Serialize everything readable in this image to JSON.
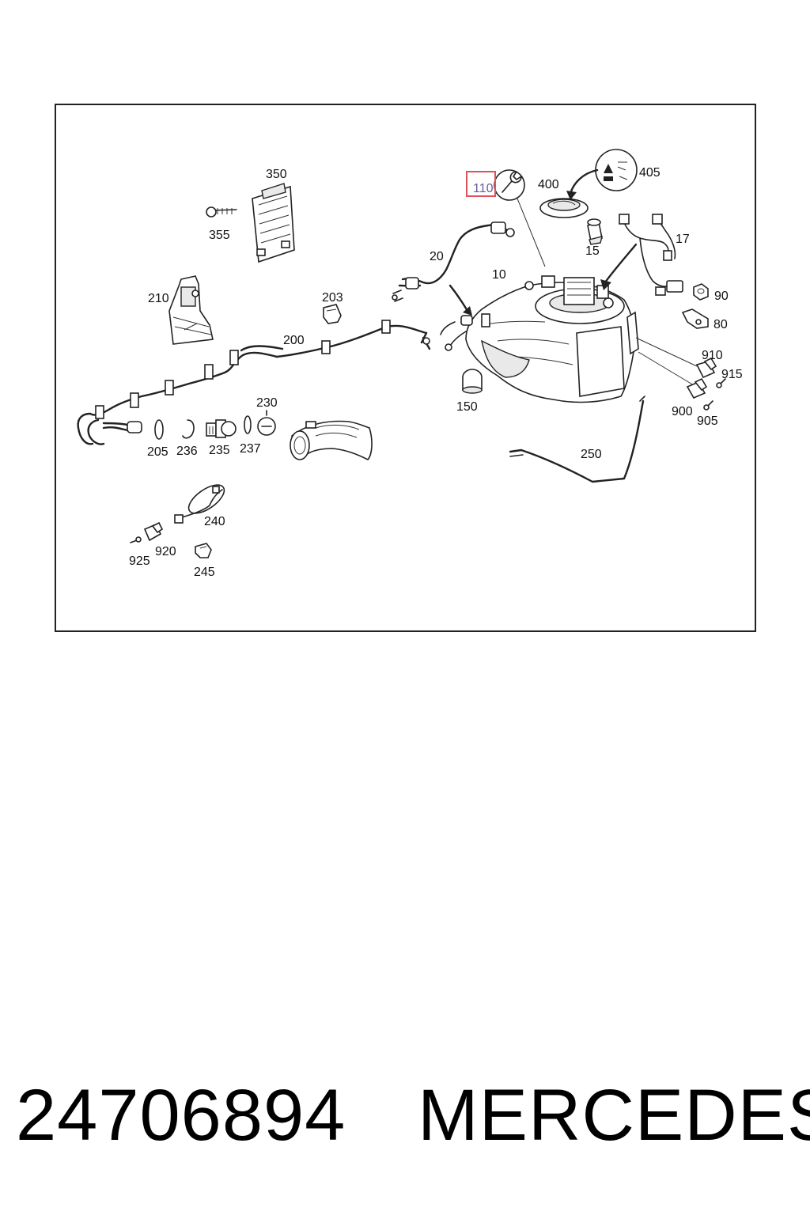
{
  "diagram": {
    "highlight_color": "#e0505a",
    "callouts": {
      "p350": "350",
      "p355": "355",
      "p210": "210",
      "p203": "203",
      "p200": "200",
      "p20": "20",
      "p10": "10",
      "p110": "110",
      "p400": "400",
      "p405": "405",
      "p15": "15",
      "p17": "17",
      "p90": "90",
      "p80": "80",
      "p910": "910",
      "p915": "915",
      "p900": "900",
      "p905": "905",
      "p150": "150",
      "p250": "250",
      "p230": "230",
      "p205": "205",
      "p236": "236",
      "p235": "235",
      "p237": "237",
      "p240": "240",
      "p920": "920",
      "p925": "925",
      "p245": "245"
    },
    "highlighted_callout": "110",
    "icons": [
      "wrench-icon",
      "warning-label-icon"
    ]
  },
  "footer": {
    "part_number": "24706894",
    "brand": "MERCEDES"
  }
}
